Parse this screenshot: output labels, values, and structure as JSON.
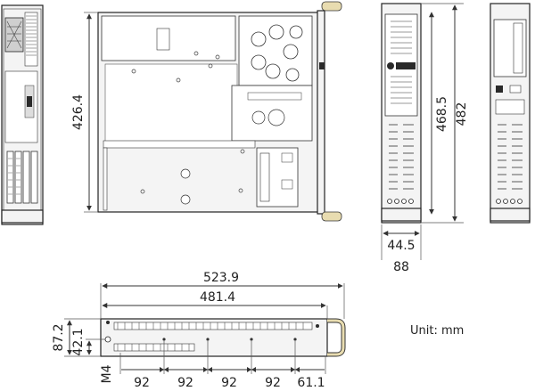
{
  "dimensions": {
    "top_depth": "426.4",
    "front_height_inner": "468.5",
    "front_width": "482",
    "front_bay_width": "44.5",
    "front_depth": "88",
    "side_overall": "523.9",
    "side_body": "481.4",
    "side_height": "87.2",
    "side_hole_height": "42.1",
    "side_thread": "M4",
    "hole_spacing": [
      "92",
      "92",
      "92",
      "92",
      "61.1"
    ]
  },
  "unit_label": "Unit: mm",
  "colors": {
    "stroke": "#222222",
    "panel": "#f4f4f4",
    "dark": "#2a2a2a",
    "handle": "#e8dcb0"
  }
}
